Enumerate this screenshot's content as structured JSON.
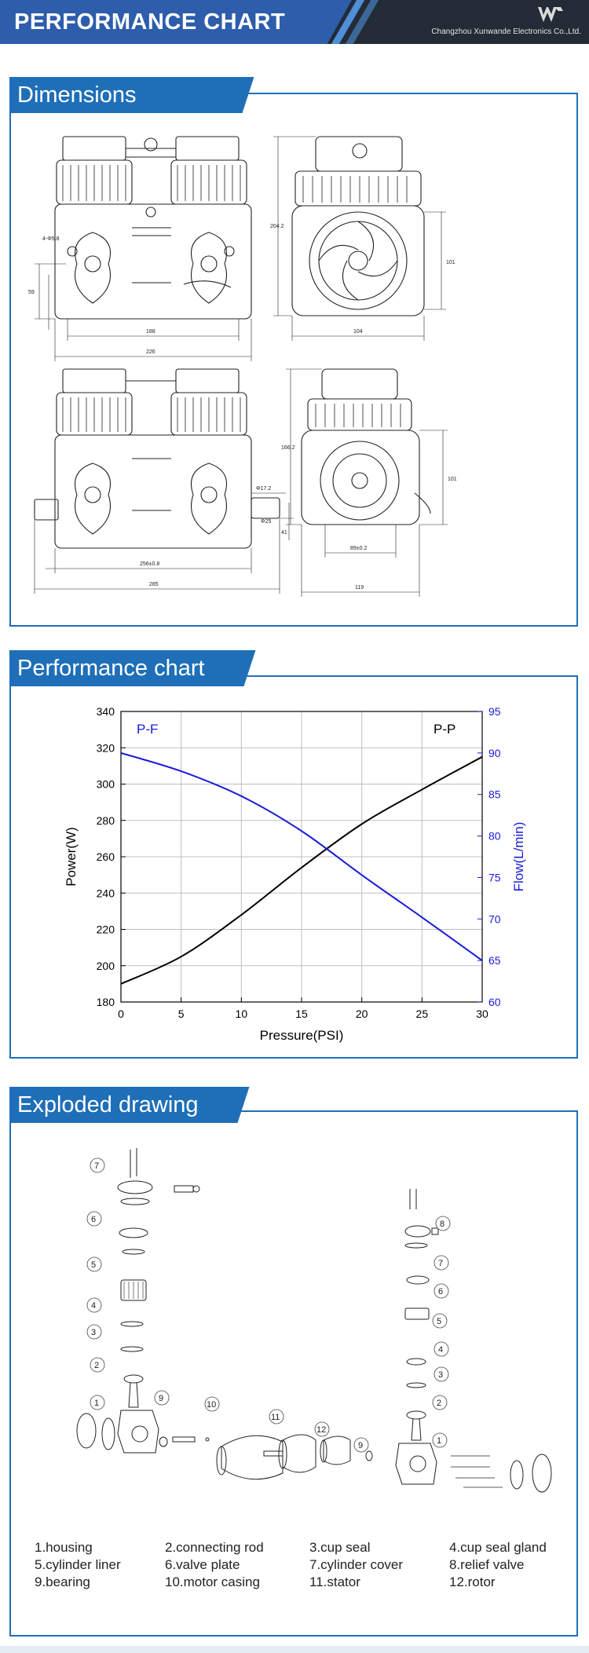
{
  "header": {
    "title": "PERFORMANCE CHART",
    "company": "Changzhou Xunwande Electronics Co.,Ltd."
  },
  "sections": {
    "dimensions": "Dimensions",
    "performance": "Performance chart",
    "exploded": "Exploded drawing"
  },
  "dims": {
    "d1": "4-Φ5.8",
    "d2": "188",
    "d3": "226",
    "d4": "59",
    "d5": "104",
    "d6": "204.2",
    "d7": "101",
    "d8": "256±0.8",
    "d9": "285",
    "d10": "Φ17.2",
    "d11": "Φ25",
    "d12": "41",
    "d13": "89±0.2",
    "d14": "119",
    "d15": "166.2",
    "d16": "101"
  },
  "chart_data": {
    "type": "line",
    "xlabel": "Pressure(PSI)",
    "ylabel": "Power(W)",
    "y2label": "Flow(L/min)",
    "xlim": [
      0,
      30
    ],
    "ylim": [
      180,
      340
    ],
    "y2lim": [
      60,
      95
    ],
    "xticks": [
      "0",
      "5",
      "10",
      "15",
      "20",
      "25",
      "30"
    ],
    "yticks": [
      "180",
      "200",
      "220",
      "240",
      "260",
      "280",
      "300",
      "320",
      "340"
    ],
    "y2ticks": [
      "60",
      "65",
      "70",
      "75",
      "80",
      "85",
      "90",
      "95"
    ],
    "grid": true,
    "series": [
      {
        "name": "P-P",
        "axis": "left",
        "color": "#000000",
        "x": [
          0,
          5,
          10,
          15,
          20,
          25,
          30
        ],
        "y": [
          190,
          205,
          228,
          254,
          278,
          297,
          315
        ]
      },
      {
        "name": "P-F",
        "axis": "right",
        "color": "#1a1adb",
        "x": [
          0,
          5,
          10,
          15,
          20,
          25,
          30
        ],
        "y": [
          90,
          87.8,
          84.8,
          80.6,
          75.3,
          70.2,
          65
        ]
      }
    ]
  },
  "parts": [
    {
      "label": "1.housing"
    },
    {
      "label": "2.connecting rod"
    },
    {
      "label": "3.cup seal"
    },
    {
      "label": "4.cup seal gland"
    },
    {
      "label": "5.cylinder liner"
    },
    {
      "label": "6.valve plate"
    },
    {
      "label": "7.cylinder cover"
    },
    {
      "label": "8.relief valve"
    },
    {
      "label": "9.bearing"
    },
    {
      "label": "10.motor casing"
    },
    {
      "label": "11.stator"
    },
    {
      "label": "12.rotor"
    }
  ],
  "callouts": [
    "1",
    "2",
    "3",
    "4",
    "5",
    "6",
    "7",
    "8",
    "9",
    "10",
    "11",
    "12"
  ]
}
